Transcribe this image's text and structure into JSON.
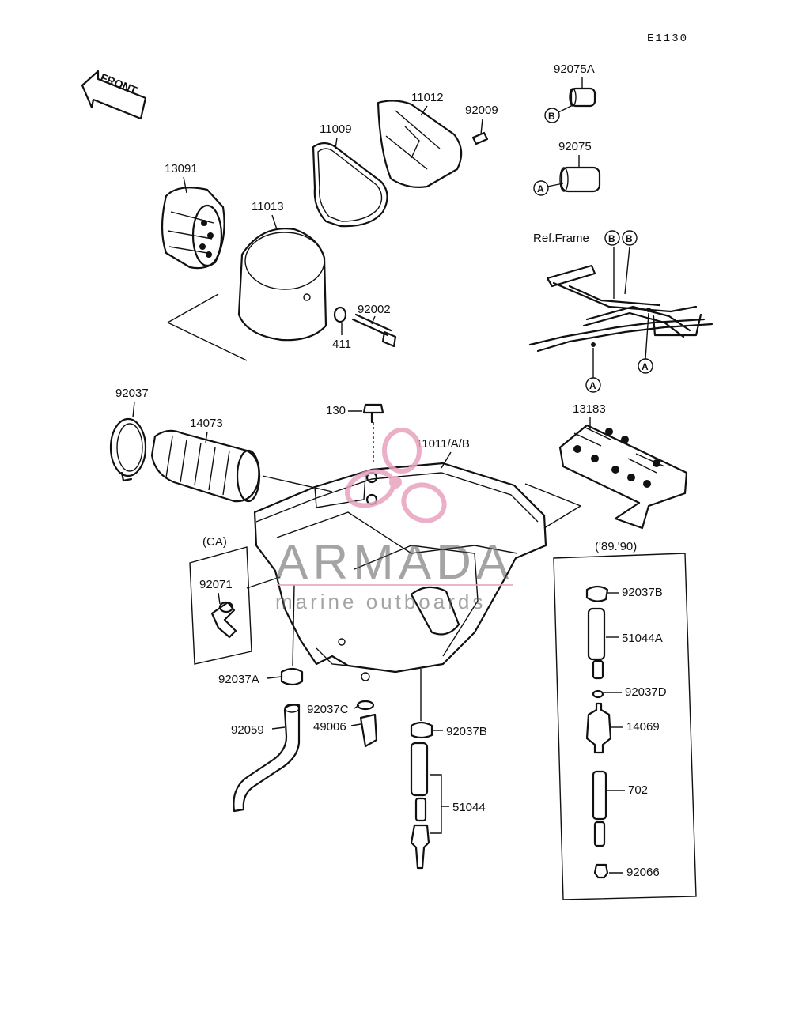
{
  "diagram_code": "E1130",
  "front_arrow_label": "FRONT",
  "watermark": {
    "brand": "ARMADA",
    "tagline": "marine outboards",
    "accent_color": "#e8a3bf"
  },
  "ref_frame_label": "Ref.Frame",
  "variant_label_ca": "(CA)",
  "variant_label_years": "('89.'90)",
  "circle_markers": [
    "A",
    "B"
  ],
  "parts": {
    "p92075A": "92075A",
    "p92075": "92075",
    "p11012": "11012",
    "p92009": "92009",
    "p11009": "11009",
    "p13091": "13091",
    "p11013": "11013",
    "p92002": "92002",
    "p411": "411",
    "p92037": "92037",
    "p14073": "14073",
    "p130": "130",
    "p11011AB": "11011/A/B",
    "p13183": "13183",
    "p92071": "92071",
    "p92037A": "92037A",
    "p92037C": "92037C",
    "p49006": "49006",
    "p92059": "92059",
    "p92037B_main": "92037B",
    "p51044": "51044",
    "p92037B_kit": "92037B",
    "p51044A": "51044A",
    "p92037D": "92037D",
    "p14069": "14069",
    "p702": "702",
    "p92066": "92066"
  }
}
